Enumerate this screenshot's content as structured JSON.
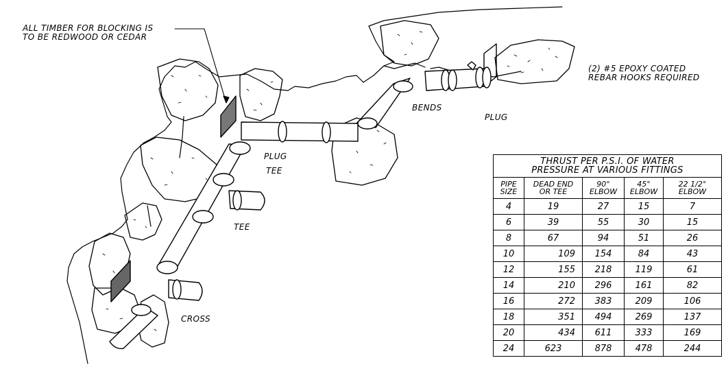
{
  "notes": {
    "timber_line1": "ALL TIMBER FOR BLOCKING IS",
    "timber_line2": "TO BE REDWOOD OR CEDAR",
    "rebar_line1": "(2) #5 EPOXY COATED",
    "rebar_line2": "REBAR HOOKS REQUIRED"
  },
  "labels": {
    "bends": "BENDS",
    "plug_right": "PLUG",
    "plug_mid": "PLUG",
    "tee_mid": "TEE",
    "tee_lower": "TEE",
    "cross": "CROSS"
  },
  "table": {
    "title_line1": "THRUST PER P.S.I. OF WATER",
    "title_line2": "PRESSURE AT VARIOUS FITTINGS",
    "headers": [
      [
        "PIPE",
        "SIZE"
      ],
      [
        "DEAD END",
        "OR TEE"
      ],
      [
        "90°",
        "ELBOW"
      ],
      [
        "45°",
        "ELBOW"
      ],
      [
        "22 1/2°",
        "ELBOW"
      ]
    ],
    "rows": [
      [
        "4",
        "19",
        "27",
        "15",
        "7"
      ],
      [
        "6",
        "39",
        "55",
        "30",
        "15"
      ],
      [
        "8",
        "67",
        "94",
        "51",
        "26"
      ],
      [
        "10",
        "109",
        "154",
        "84",
        "43"
      ],
      [
        "12",
        "155",
        "218",
        "119",
        "61"
      ],
      [
        "14",
        "210",
        "296",
        "161",
        "82"
      ],
      [
        "16",
        "272",
        "383",
        "209",
        "106"
      ],
      [
        "18",
        "351",
        "494",
        "269",
        "137"
      ],
      [
        "20",
        "434",
        "611",
        "333",
        "169"
      ],
      [
        "24",
        "623",
        "878",
        "478",
        "244"
      ]
    ]
  }
}
